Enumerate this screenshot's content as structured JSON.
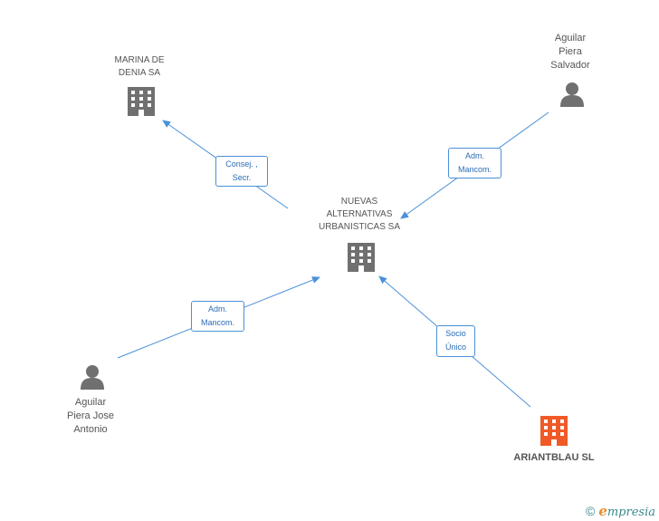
{
  "nodes": {
    "marina": {
      "lines": [
        "MARINA DE",
        "DENIA SA"
      ],
      "icon": "building-icon",
      "color": "#707070"
    },
    "nuevas": {
      "lines": [
        "NUEVAS",
        "ALTERNATIVAS",
        "URBANISTICAS SA"
      ],
      "icon": "building-icon",
      "color": "#707070"
    },
    "salvador": {
      "lines": [
        "Aguilar",
        "Piera",
        "Salvador"
      ],
      "icon": "person-icon",
      "color": "#707070"
    },
    "jose": {
      "lines": [
        "Aguilar",
        "Piera Jose",
        "Antonio"
      ],
      "icon": "person-icon",
      "color": "#707070"
    },
    "ariantblau": {
      "lines": [
        "ARIANTBLAU SL"
      ],
      "icon": "building-icon",
      "color": "#f05a28"
    }
  },
  "edges": {
    "marina": {
      "lines": [
        "Consej. ,",
        "Secr."
      ]
    },
    "salvador": {
      "lines": [
        "Adm.",
        "Mancom."
      ]
    },
    "jose": {
      "lines": [
        "Adm.",
        "Mancom."
      ]
    },
    "ariantblau": {
      "lines": [
        "Socio",
        "Único"
      ]
    }
  },
  "colors": {
    "edge": "#4a90d9",
    "node": "#707070",
    "highlight": "#f05a28"
  },
  "footer": {
    "copyright": "©",
    "brand_initial": "e",
    "brand_rest": "mpresia"
  }
}
